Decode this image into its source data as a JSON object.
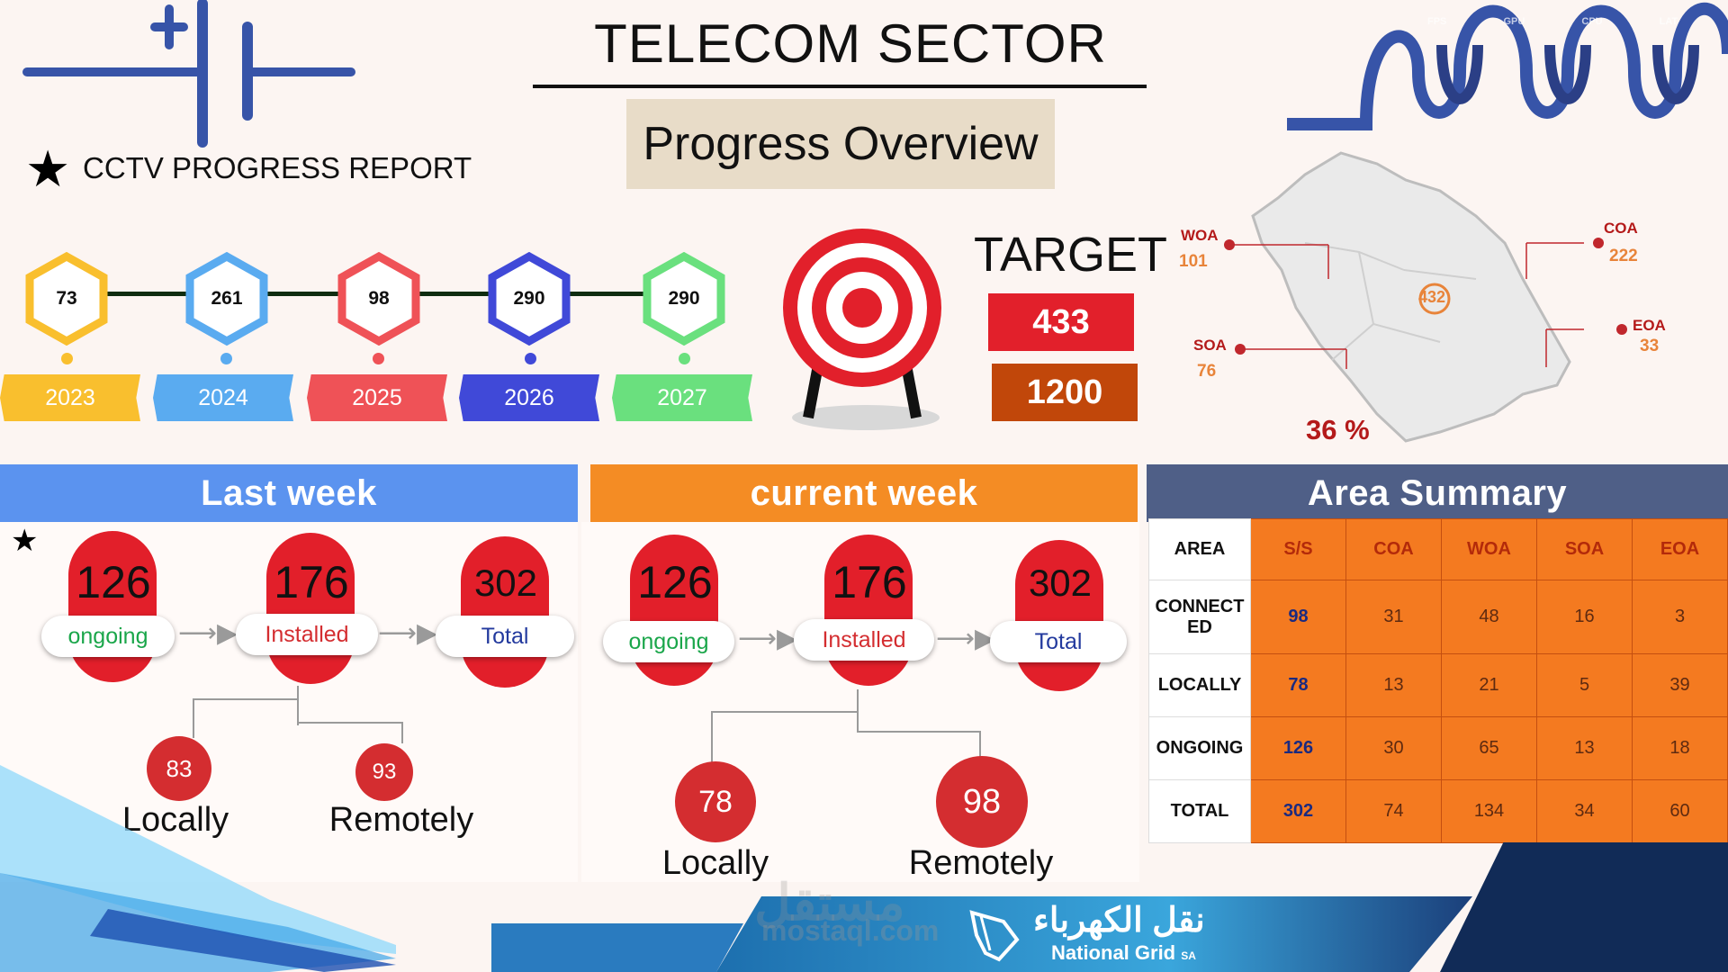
{
  "header": {
    "title": "TELECOM SECTOR",
    "subtitle": "Progress Overview",
    "report_label": "CCTV PROGRESS REPORT"
  },
  "timeline": [
    {
      "value": "73",
      "year": "2023",
      "color": "#f9bf2e"
    },
    {
      "value": "261",
      "year": "2024",
      "color": "#5aabf0"
    },
    {
      "value": "98",
      "year": "2025",
      "color": "#ef5257"
    },
    {
      "value": "290",
      "year": "2026",
      "color": "#4049d8"
    },
    {
      "value": "290",
      "year": "2027",
      "color": "#6ae07e"
    }
  ],
  "target": {
    "label": "TARGET",
    "primary": "433",
    "secondary": "1200",
    "primary_color": "#e2202b",
    "secondary_color": "#c1470a"
  },
  "map": {
    "center_value": "432",
    "percent": "36 %",
    "regions": [
      {
        "code": "WOA",
        "value": "101"
      },
      {
        "code": "COA",
        "value": "222"
      },
      {
        "code": "SOA",
        "value": "76"
      },
      {
        "code": "EOA",
        "value": "33"
      }
    ]
  },
  "last_week": {
    "heading": "Last week",
    "ongoing": {
      "value": "126",
      "label": "ongoing"
    },
    "installed": {
      "value": "176",
      "label": "Installed"
    },
    "total": {
      "value": "302",
      "label": "Total"
    },
    "locally": {
      "value": "83",
      "label": "Locally"
    },
    "remotely": {
      "value": "93",
      "label": "Remotely"
    }
  },
  "current_week": {
    "heading": "current week",
    "ongoing": {
      "value": "126",
      "label": "ongoing"
    },
    "installed": {
      "value": "176",
      "label": "Installed"
    },
    "total": {
      "value": "302",
      "label": "Total"
    },
    "locally": {
      "value": "78",
      "label": "Locally"
    },
    "remotely": {
      "value": "98",
      "label": "Remotely"
    }
  },
  "area_summary": {
    "heading": "Area Summary",
    "columns": [
      "AREA",
      "S/S",
      "COA",
      "WOA",
      "SOA",
      "EOA"
    ],
    "rows": [
      {
        "label": [
          "CONNECT",
          "ED"
        ],
        "values": [
          "98",
          "31",
          "48",
          "16",
          "3"
        ]
      },
      {
        "label": [
          "LOCALLY"
        ],
        "values": [
          "78",
          "13",
          "21",
          "5",
          "39"
        ]
      },
      {
        "label": [
          "ONGOING"
        ],
        "values": [
          "126",
          "30",
          "65",
          "13",
          "18"
        ]
      },
      {
        "label": [
          "TOTAL"
        ],
        "values": [
          "302",
          "74",
          "134",
          "34",
          "60"
        ]
      }
    ]
  },
  "footer": {
    "brand_arabic": "نقل الكهرباء",
    "brand_english": "National Grid",
    "brand_suffix": "SA",
    "watermark_arabic": "مستقل",
    "watermark_url": "mostaql.com"
  },
  "hud": [
    "FPS",
    "GPU",
    "CPU",
    "LAT"
  ],
  "colors": {
    "last_week_head": "#5b93ef",
    "current_week_head": "#f48c24",
    "area_head": "#4f5f87",
    "table_cell": "#f47a20",
    "accent_blue": "#3754a8"
  }
}
